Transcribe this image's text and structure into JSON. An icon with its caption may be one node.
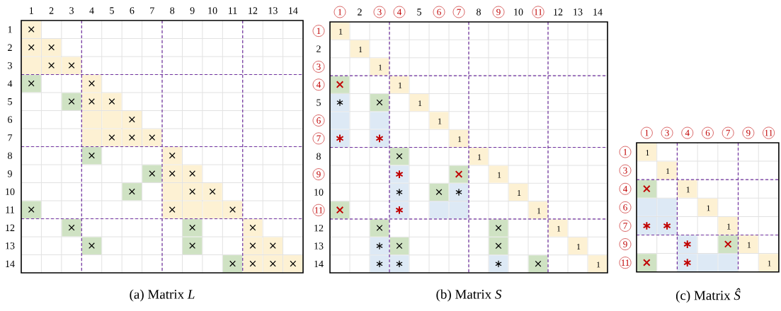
{
  "diagram": {
    "labels": [
      "1",
      "2",
      "3",
      "4",
      "5",
      "6",
      "7",
      "8",
      "9",
      "10",
      "11",
      "12",
      "13",
      "14",
      "1",
      "×",
      "2",
      "×",
      "×",
      "3",
      "×",
      "×",
      "4",
      "×",
      "×",
      "5",
      "×",
      "×",
      "×",
      "6",
      "×",
      "7",
      "×",
      "×",
      "×",
      "8",
      "×",
      "×",
      "9",
      "×",
      "×",
      "×",
      "10",
      "×",
      "×",
      "×",
      "11",
      "×",
      "×",
      "×",
      "12",
      "×",
      "×",
      "×",
      "13",
      "×",
      "×",
      "×",
      "×",
      "14",
      "×",
      "×",
      "×",
      "×",
      "1",
      "2",
      "3",
      "4",
      "5",
      "6",
      "7",
      "8",
      "9",
      "10",
      "11",
      "12",
      "13",
      "14",
      "1",
      "1",
      "2",
      "1",
      "3",
      "1",
      "4",
      "×",
      "1",
      "5",
      "∗",
      "×",
      "1",
      "6",
      "1",
      "7",
      "∗",
      "∗",
      "1",
      "8",
      "×",
      "1",
      "9",
      "∗",
      "×",
      "1",
      "10",
      "∗",
      "×",
      "∗",
      "1",
      "11",
      "×",
      "∗",
      "1",
      "12",
      "×",
      "×",
      "1",
      "13",
      "∗",
      "×",
      "×",
      "1",
      "14",
      "∗",
      "∗",
      "∗",
      "×",
      "1",
      "1",
      "3",
      "4",
      "6",
      "7",
      "9",
      "11",
      "1",
      "1",
      "3",
      "1",
      "4",
      "×",
      "1",
      "6",
      "1",
      "7",
      "∗",
      "∗",
      "1",
      "9",
      "∗",
      "×",
      "1",
      "11",
      "×",
      "∗",
      "1",
      "(a) Matrix *L*",
      "(b) Matrix *S*",
      "(c) Matrix *Ŝ*"
    ]
  }
}
